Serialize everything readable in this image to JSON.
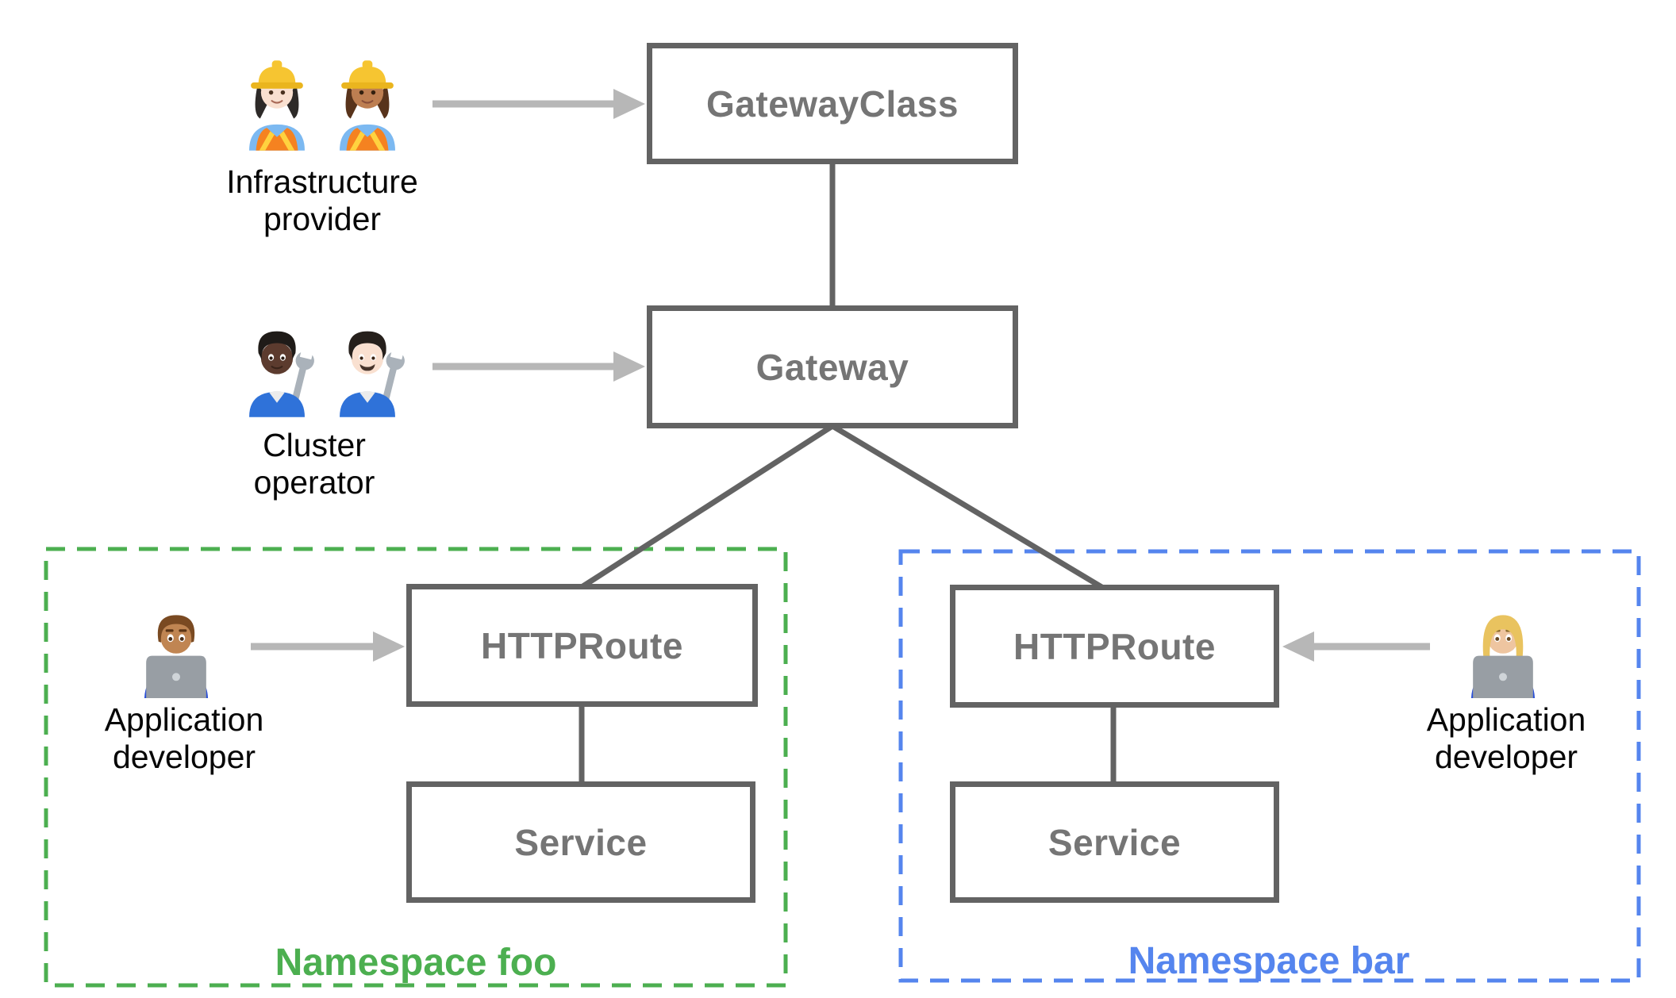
{
  "boxes": {
    "gateway_class": {
      "label": "GatewayClass"
    },
    "gateway": {
      "label": "Gateway"
    },
    "httproute_foo": {
      "label": "HTTPRoute"
    },
    "service_foo": {
      "label": "Service"
    },
    "httproute_bar": {
      "label": "HTTPRoute"
    },
    "service_bar": {
      "label": "Service"
    }
  },
  "personas": {
    "infrastructure_provider": {
      "lines": [
        "Infrastructure",
        "provider"
      ],
      "icons": [
        {
          "name": "woman-construction-worker-light-icon",
          "emoji": "👷🏻‍♀️"
        },
        {
          "name": "woman-construction-worker-medium-icon",
          "emoji": "👷🏽‍♀️"
        }
      ]
    },
    "cluster_operator": {
      "lines": [
        "Cluster",
        "operator"
      ],
      "icons": [
        {
          "name": "mechanic-dark-icon",
          "emoji": "🧑🏿‍🔧"
        },
        {
          "name": "man-mechanic-light-icon",
          "emoji": "👨🏻‍🔧"
        }
      ]
    },
    "application_developer_foo": {
      "lines": [
        "Application",
        "developer"
      ],
      "icons": [
        {
          "name": "man-technologist-icon",
          "emoji": "👨🏽‍💻"
        }
      ]
    },
    "application_developer_bar": {
      "lines": [
        "Application",
        "developer"
      ],
      "icons": [
        {
          "name": "woman-technologist-icon",
          "emoji": "👩🏼‍💻"
        }
      ]
    }
  },
  "namespaces": {
    "foo": {
      "label": "Namespace foo",
      "color": "#4caf50"
    },
    "bar": {
      "label": "Namespace bar",
      "color": "#5585ee"
    }
  },
  "colors": {
    "box_border": "#636363",
    "box_text": "#757575",
    "connector": "#636363",
    "arrow": "#b7b7b7",
    "persona_text": "#060606"
  }
}
